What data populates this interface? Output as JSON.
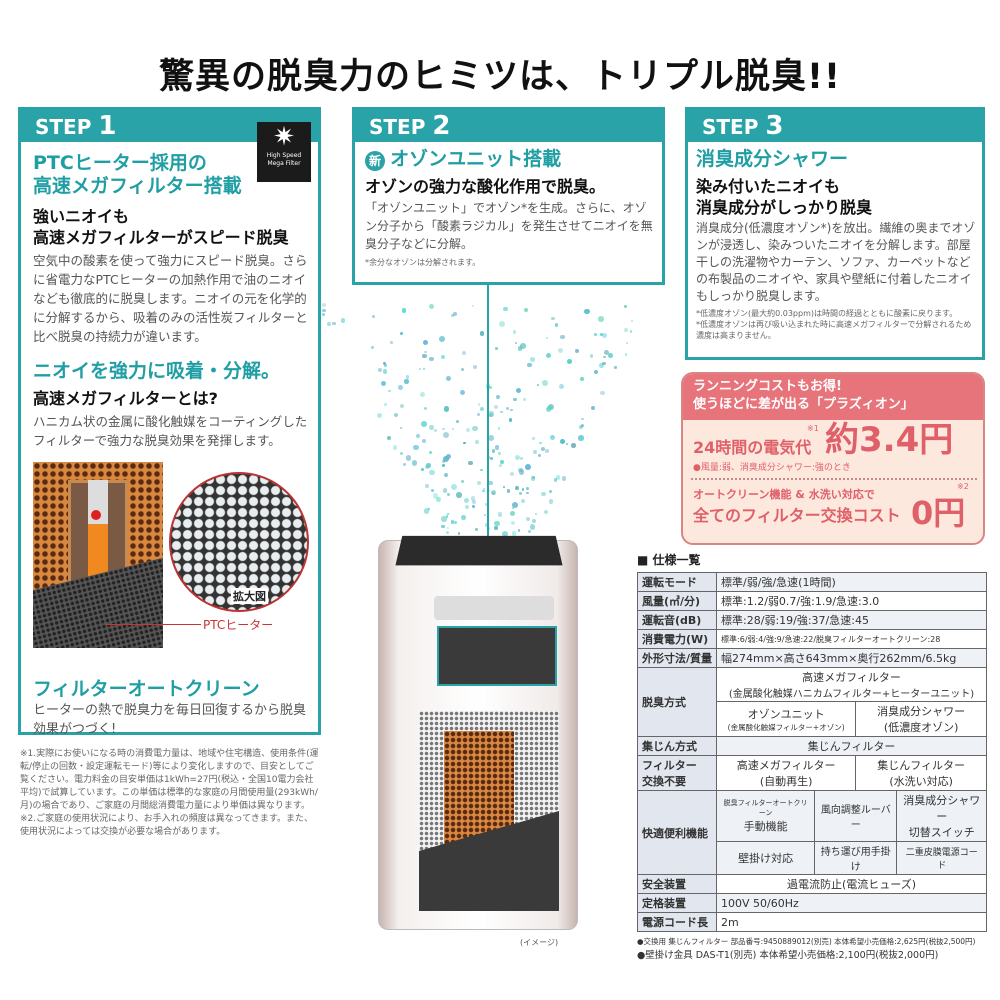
{
  "title": "驚異の脱臭力のヒミツは、トリプル脱臭!!",
  "colors": {
    "teal": "#2aa3a8",
    "pink": "#e7747b",
    "pink_bg": "#fde8de"
  },
  "step1": {
    "label": "STEP",
    "num": "1",
    "badge": [
      "High Speed",
      "Mega Filter"
    ],
    "heading": [
      "PTCヒーター採用の",
      "高速メガフィルター搭載"
    ],
    "sub": [
      "強いニオイも",
      "高速メガフィルターがスピード脱臭"
    ],
    "body": "空気中の酸素を使って強力にスピード脱臭。さらに省電力なPTCヒーターの加熱作用で油のニオイなども徹底的に脱臭します。ニオイの元を化学的に分解するから、吸着のみの活性炭フィルターと比べ脱臭の持続力が違います。",
    "heading2": "ニオイを強力に吸着・分解。",
    "sub2": "高速メガフィルターとは?",
    "body2": "ハニカム状の金属に酸化触媒をコーティングしたフィルターで強力な脱臭効果を発揮します。",
    "zoom_label": "拡大図",
    "heater_label": "PTCヒーター",
    "heading3": "フィルターオートクリーン",
    "body3": "ヒーターの熱で脱臭力を毎日回復するから脱臭効果がつづく!"
  },
  "step2": {
    "label": "STEP",
    "num": "2",
    "new_badge": "新",
    "heading": "オゾンユニット搭載",
    "sub": "オゾンの強力な酸化作用で脱臭。",
    "body": "「オゾンユニット」でオゾン*を生成。さらに、オゾン分子から「酸素ラジカル」を発生させてニオイを無臭分子などに分解。",
    "note": "*余分なオゾンは分解されます。"
  },
  "step3": {
    "label": "STEP",
    "num": "3",
    "heading": "消臭成分シャワー",
    "sub": [
      "染み付いたニオイも",
      "消臭成分がしっかり脱臭"
    ],
    "body": "消臭成分(低濃度オゾン*)を放出。繊維の奥までオゾンが浸透し、染みついたニオイを分解します。部屋干しの洗濯物やカーテン、ソファ、カーペットなどの布製品のニオイや、家具や壁紙に付着したニオイもしっかり脱臭します。",
    "notes": [
      "*低濃度オゾン(最大約0.03ppm)は時間の経過とともに酸素に戻ります。",
      "*低濃度オゾンは再び吸い込まれた時に高速メガフィルターで分解されるため濃度は高まりません。"
    ]
  },
  "cost": {
    "head": [
      "ランニングコストもお得!",
      "使うほどに差が出る「プラズィオン」"
    ],
    "line1": "24時間の電気代",
    "mark1": "※1",
    "value1": "約3.4円",
    "cond": "●風量:弱、消臭成分シャワー:強のとき",
    "line2a": "オートクリーン機能 & 水洗い対応で",
    "line2b": "全てのフィルター交換コスト",
    "mark2": "※2",
    "value2": "0円"
  },
  "footnote": "※1.実際にお使いになる時の消費電力量は、地域や住宅構造、使用条件(運転/停止の回数・設定運転モード)等により変化しますので、目安としてご覧ください。電力料金の目安単価は1kWh=27円(税込・全国10電力会社平均)で試算しています。この単価は標準的な家庭の月間使用量(293kWh/月)の場合であり、ご家庭の月間総消費電力量により単価は異なります。※2.ご家庭の使用状況により、お手入れの頻度は異なってきます。また、使用状況によっては交換が必要な場合があります。",
  "image_caption": "(イメージ)",
  "spec": {
    "title": "■ 仕様一覧",
    "rows": [
      {
        "k": "運転モード",
        "v": "標準/弱/強/急速(1時間)"
      },
      {
        "k": "風量(㎥/分)",
        "v": "標準:1.2/弱0.7/強:1.9/急速:3.0"
      },
      {
        "k": "運転音(dB)",
        "v": "標準:28/弱:19/強:37/急速:45"
      },
      {
        "k": "消費電力(W)",
        "v": "標準:6/弱:4/強:9/急速:22/脱臭フィルターオートクリーン:28"
      },
      {
        "k": "外形寸法/質量",
        "v": "幅274mm×高さ643mm×奥行262mm/6.5kg"
      }
    ],
    "deodor": {
      "k": "脱臭方式",
      "main": [
        "高速メガフィルター",
        "(金属酸化触媒ハニカムフィルター+ヒーターユニット)"
      ],
      "a": [
        "オゾンユニット",
        "(金属酸化触媒フィルター+オゾン)"
      ],
      "b": [
        "消臭成分シャワー",
        "(低濃度オゾン)"
      ]
    },
    "dust": {
      "k": "集じん方式",
      "v": "集じんフィルター"
    },
    "filter": {
      "k": [
        "フィルター",
        "交換不要"
      ],
      "a": [
        "高速メガフィルター",
        "(自動再生)"
      ],
      "b": [
        "集じんフィルター",
        "(水洗い対応)"
      ]
    },
    "conv": {
      "k": "快適便利機能",
      "a": [
        "脱臭フィルターオートクリーン",
        "手動機能"
      ],
      "b": "風向調整ルーバー",
      "c": [
        "消臭成分シャワー",
        "切替スイッチ"
      ],
      "d": "壁掛け対応",
      "e": "持ち運び用手掛け",
      "f": "二重皮膜電源コード"
    },
    "rows2": [
      {
        "k": "安全装置",
        "v": "過電流防止(電流ヒューズ)"
      },
      {
        "k": "定格装置",
        "v": "100V 50/60Hz"
      },
      {
        "k": "電源コード長",
        "v": "2m"
      }
    ],
    "accessories": [
      "●交換用 集じんフィルター 部品番号:9450889012(別売) 本体希望小売価格:2,625円(税抜2,500円)",
      "●壁掛け金具 DAS-T1(別売) 本体希望小売価格:2,100円(税抜2,000円)"
    ]
  }
}
